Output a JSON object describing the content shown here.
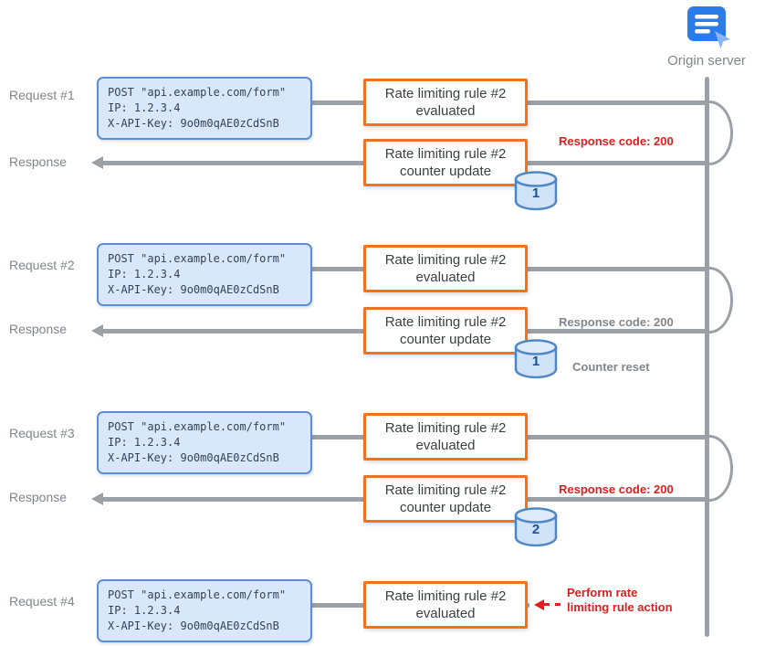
{
  "diagram": {
    "origin_label": "Origin server",
    "rows": {
      "request1_label": "Request #1",
      "response1_label": "Response",
      "request2_label": "Request #2",
      "response2_label": "Response",
      "request3_label": "Request #3",
      "response3_label": "Response",
      "request4_label": "Request #4"
    },
    "payload": {
      "line1": "POST \"api.example.com/form\"",
      "line2": "IP: 1.2.3.4",
      "line3": "X-API-Key: 9o0m0qAE0zCdSnB"
    },
    "evaluated_label": "Rate limiting rule #2 evaluated",
    "counter_update_label": "Rate limiting rule #2 counter update",
    "counters": [
      "1",
      "1",
      "2"
    ],
    "annotations": {
      "response1_code": "Response code: 200",
      "response2_code": "Response code: 200",
      "counter_reset": "Counter reset",
      "response3_code": "Response code: 200",
      "rule_action": "Perform rate\nlimiting rule action"
    },
    "colors": {
      "accent_orange": "#f0721c",
      "accent_red": "#e11d1d",
      "box_blue_fill": "#d9e7fb",
      "box_blue_border": "#5b8ed6",
      "line_gray": "#9aa0a6",
      "label_gray": "#80868b"
    }
  }
}
